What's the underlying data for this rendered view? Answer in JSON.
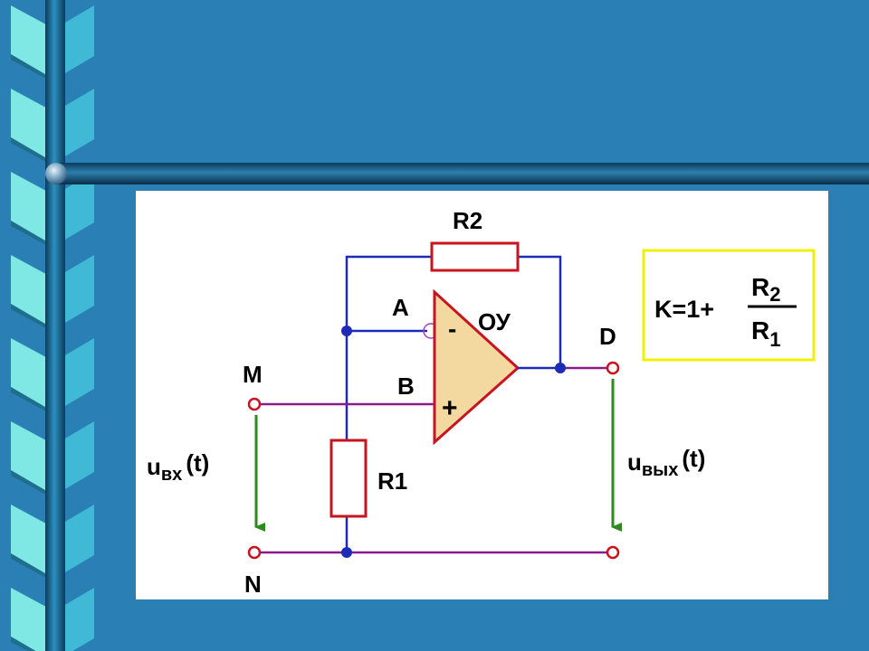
{
  "slide": {
    "colors": {
      "background": "#2a7fb5",
      "ribbon_light": "#7fe8e4",
      "ribbon_dark": "#1f6e8c",
      "bar": "#0b4a6e",
      "panel": "#ffffff",
      "wire_blue": "#1e2ab8",
      "wire_purple": "#8a1a8a",
      "resistor": "#c8141e",
      "opamp_fill": "#f3d9a0",
      "opamp_stroke": "#c8141e",
      "node_dot": "#1e2ab8",
      "terminal": "#c8141e",
      "arrow": "#2c8a1e",
      "formula_border": "#f0f000"
    }
  },
  "circuit": {
    "opamp_label": "ОУ",
    "inverting_sign": "-",
    "noninverting_sign": "+",
    "resistor_top": "R2",
    "resistor_bottom": "R1",
    "node_a": "A",
    "node_b": "B",
    "node_d": "D",
    "node_m": "M",
    "node_n": "N",
    "input_voltage": {
      "main": "u",
      "sub": "вх",
      "arg": "(t)"
    },
    "output_voltage": {
      "main": "u",
      "sub": "вых",
      "arg": "(t)"
    }
  },
  "formula": {
    "lhs": "K=1+",
    "num_main": "R",
    "num_sub": "2",
    "den_main": "R",
    "den_sub": "1"
  }
}
